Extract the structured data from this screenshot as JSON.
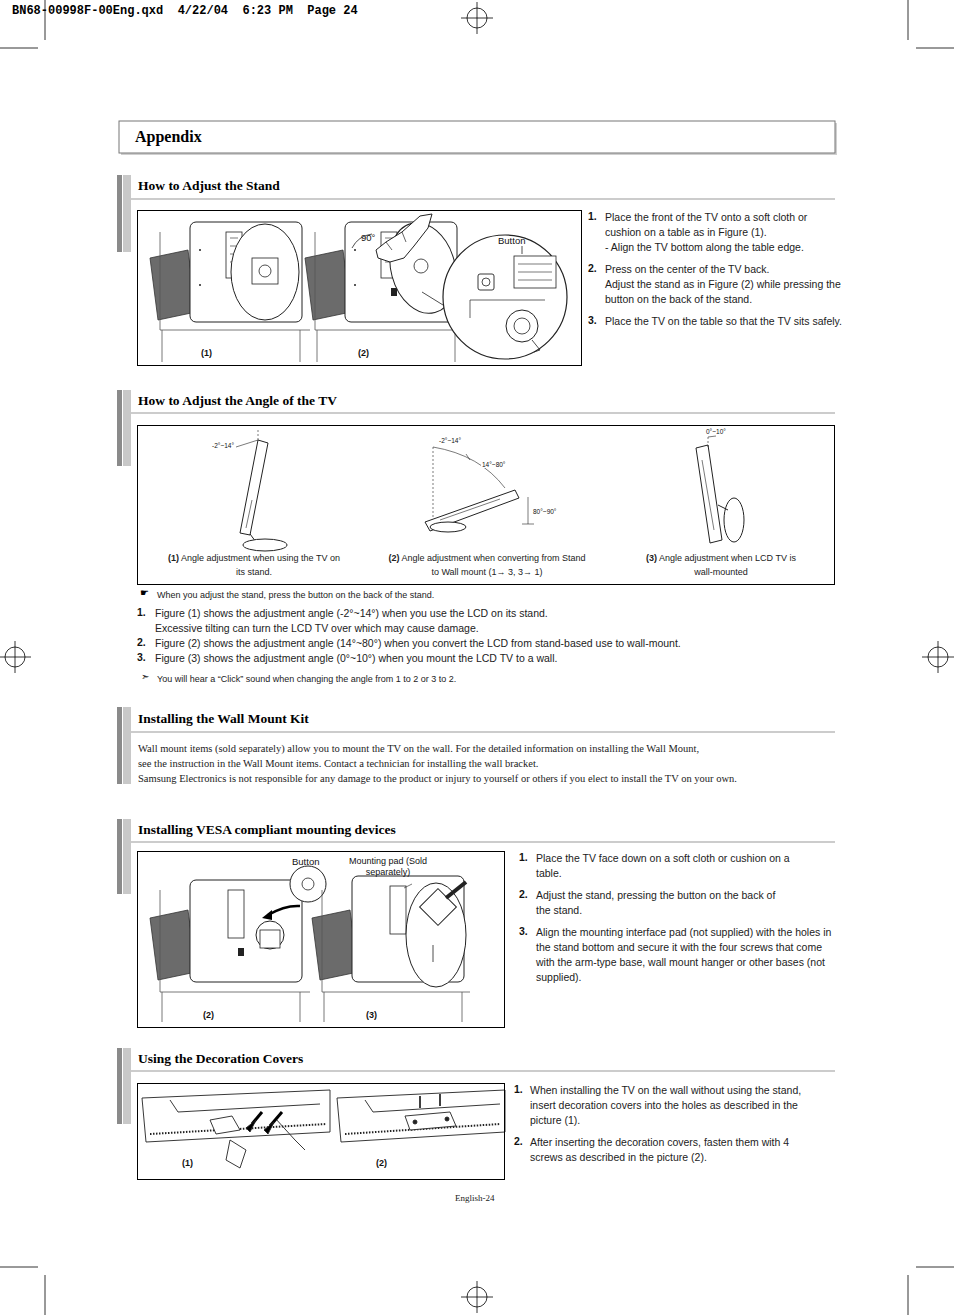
{
  "diagram": {
    "title": "Appendix",
    "nodes": [
      {
        "text": [
          "90°",
          "Button",
          "(1)",
          "(2)"
        ]
      },
      {
        "text": [
          "-2°~14°",
          "-2°~14°",
          "14°~80°",
          "80°~90°",
          "0°~10°",
          "(1)",
          "Angle adjustment when using the TV on its stand.",
          "(2)",
          "Angle adjustment when converting from Stand to Wall mount (1→ 3, 3→ 1)",
          "(3)",
          "Angle adjustment when LCD TV is wall-mounted"
        ]
      },
      {
        "text": [
          "Button",
          "Mounting pad (Sold separately)",
          "(2)",
          "(3)"
        ]
      },
      {
        "text": [
          "(1)",
          "(2)"
        ]
      }
    ],
    "edges": [],
    "labels": [
      "BN68-00998F-00Eng.qxd  4/22/04  6:23 PM  Page 24",
      "How to Adjust the Stand",
      "1.",
      "Place the front of the TV onto a soft cloth or cushion on a table as in Figure (1).",
      "- Align the TV bottom along the table edge.",
      "2.",
      "Press on the center of the TV back.",
      "Adjust the stand as in Figure (2) while pressing the button on the back of the stand.",
      "3.",
      "Place the TV on the table so that the TV sits safely.",
      "How to Adjust the Angle of the TV",
      "☛",
      "When you adjust the stand, press the button on the back of the stand.",
      "1.",
      "Figure (1) shows the adjustment angle (-2°~14°) when you use the LCD on its stand.",
      "Excessive tilting can turn the LCD TV over which may cause damage.",
      "2.",
      "Figure (2) shows the adjustment angle (14°~80°) when you convert the LCD from stand-based use to wall-mount.",
      "3.",
      "Figure (3) shows the adjustment angle (0°~10°) when you mount the LCD TV to a wall.",
      "➣",
      "You will hear a “Click” sound when changing the angle from 1 to 2 or 3 to 2.",
      "Installing the Wall Mount Kit",
      "Wall mount items (sold separately) allow you to mount the TV on the wall. For the detailed information on installing the Wall Mount,",
      "see the instruction in the Wall Mount items. Contact a technician for installing the wall bracket.",
      "Samsung Electronics is not responsible for any damage to the product or injury to yourself or others if you elect to install the TV on your own.",
      "Installing VESA compliant mounting devices",
      "1.",
      "Place the TV face down on a soft cloth or cushion on a table.",
      "2.",
      "Adjust the stand, pressing the button on the back of the stand.",
      "3.",
      "Align the mounting interface pad (not supplied) with the holes in the stand bottom and secure it with the four screws that come with the arm-type base, wall mount hanger or other bases (not supplied).",
      "Using the Decoration Covers",
      "1.",
      "When installing the TV on the wall without using the stand, insert decoration covers into the holes as described in the picture (1).",
      "2.",
      "After inserting the decoration covers, fasten them with 4 screws as described in the picture (2).",
      "English-24"
    ]
  }
}
